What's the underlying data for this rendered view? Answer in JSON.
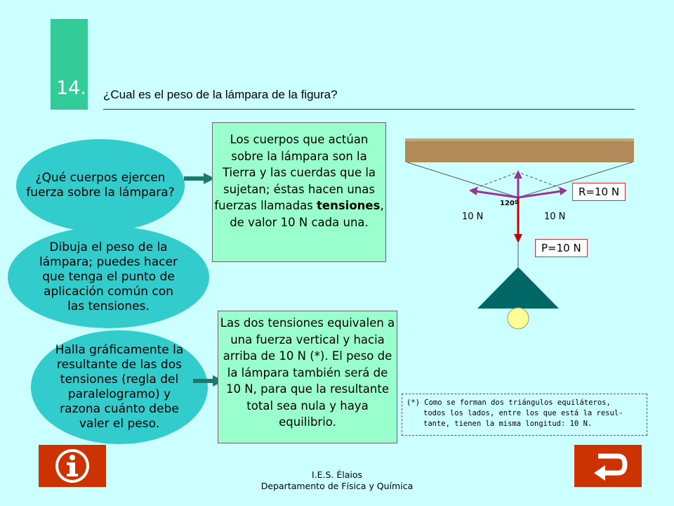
{
  "header": {
    "number": "14.",
    "question": "¿Cual es el peso de la lámpara de la figura?"
  },
  "ovals": [
    {
      "lines": [
        "¿Qué cuerpos ejercen",
        "fuerza sobre la lámpara?"
      ]
    },
    {
      "lines": [
        "Dibuja el peso de la",
        "lámpara; puedes hacer",
        "que tenga el punto de",
        "aplicación común con",
        "las tensiones."
      ]
    },
    {
      "lines": [
        "Halla gráficamente la",
        "resultante de las dos",
        "tensiones (regla del",
        "paralelogramo) y",
        "razona cuánto debe",
        "valer el peso."
      ]
    }
  ],
  "box1": {
    "before": "Los cuerpos que actúan sobre la lámpara son la Tierra y las cuerdas que la sujetan; éstas hacen unas fuerzas llamadas ",
    "bold": "tensiones",
    "after": ", de valor 10 N cada una."
  },
  "box2": {
    "text": "Las dos tensiones equivalen a una fuerza vertical y hacia arriba de 10 N (*). El peso de la lámpara también será de 10 N, para que la resultante total sea nula y haya equilibrio."
  },
  "figure": {
    "left_tension": "10 N",
    "right_tension": "10 N",
    "angle": "120º",
    "resultant": "R=10 N",
    "weight": "P=10 N",
    "colors": {
      "beam": "#b08a58",
      "tension": "#993399",
      "weight": "#cc0000",
      "lamp_shade": "#006666",
      "bulb": "#ffff99"
    }
  },
  "note": {
    "lines": [
      "(*) Como se forman dos triángulos equiláteros,",
      "todos los lados, entre los que está la resul-",
      "tante, tienen la misma longitud:  10 N."
    ]
  },
  "footer": {
    "line1": "I.E.S. Élaios",
    "line2": "Departamento de Física y Química"
  },
  "buttons": {
    "info": "info-icon",
    "back": "return-arrow-icon"
  }
}
